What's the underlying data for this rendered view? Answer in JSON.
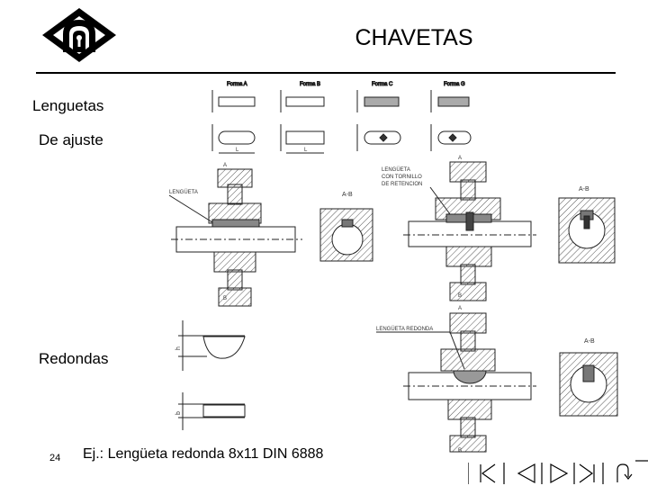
{
  "slide": {
    "title": "CHAVETAS",
    "labels": {
      "lenguetas": "Lenguetas",
      "de_ajuste": "De ajuste",
      "redondas": "Redondas"
    },
    "page_number": "24",
    "example_text": "Ej.: Lengüeta redonda 8x11 DIN 6888"
  },
  "drawing_labels": {
    "forma_a": "Forma A",
    "forma_b": "Forma B",
    "forma_c": "Forma C",
    "forma_g": "Forma G",
    "lengueta": "LENGÜETA",
    "lengueta_tornillo_1": "LENGÜETA",
    "lengueta_tornillo_2": "CON TORNILLO",
    "lengueta_tornillo_3": "DE RETENCION",
    "lengueta_redonda": "LENGÜETA REDONDA",
    "section_ab": "A-B",
    "letter_a": "A",
    "letter_b": "B",
    "dim_h": "h",
    "dim_b": "b",
    "dim_l": "L"
  },
  "nav": {
    "icons": [
      "first-slide-icon",
      "previous-slide-icon",
      "next-slide-icon",
      "last-slide-icon",
      "return-icon"
    ]
  }
}
